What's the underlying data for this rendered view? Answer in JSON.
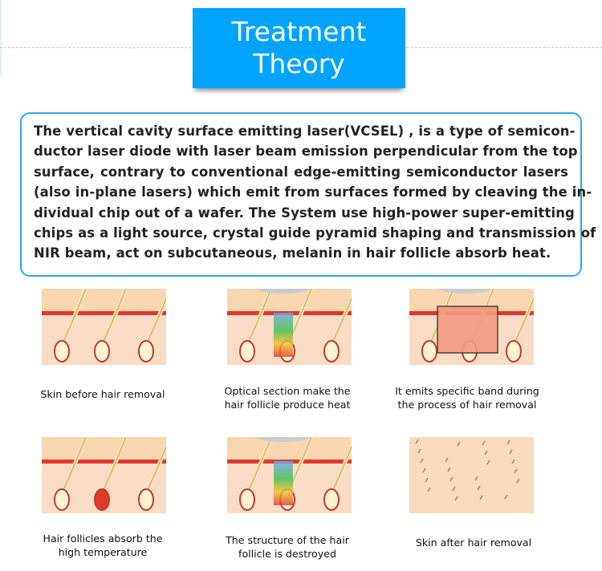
{
  "title": {
    "line1": "Treatment",
    "line2": "Theory"
  },
  "description": {
    "lines": [
      "The vertical cavity surface emitting laser(VCSEL) , is a type of semicon-",
      "ductor laser diode with laser beam emission perpendicular from the top",
      "surface, contrary to conventional edge-emitting semiconductor lasers",
      "(also in-plane lasers) which emit from surfaces formed by cleaving the in-",
      "dividual chip out of a wafer. The System use high-power super-emitting",
      "chips as a light source, crystal guide pyramid shaping and transmission of",
      "NIR beam, act on subcutaneous, melanin in hair follicle absorb heat."
    ]
  },
  "steps": [
    {
      "caption": [
        "Skin before hair removal"
      ]
    },
    {
      "caption": [
        "Optical section make the",
        "hair follicle produce heat"
      ]
    },
    {
      "caption": [
        "It emits specific band during",
        "the process of hair removal"
      ]
    },
    {
      "caption": [
        "Hair follicles absorb the",
        "high temperature"
      ]
    },
    {
      "caption": [
        "The structure of the hair",
        "follicle is destroyed"
      ]
    },
    {
      "caption": [
        "Skin after hair removal"
      ]
    }
  ],
  "colors": {
    "accent": "#00a4ff",
    "border": "#29a9f0",
    "skin": "#f8d9b8",
    "dermis": "#e0392b"
  }
}
